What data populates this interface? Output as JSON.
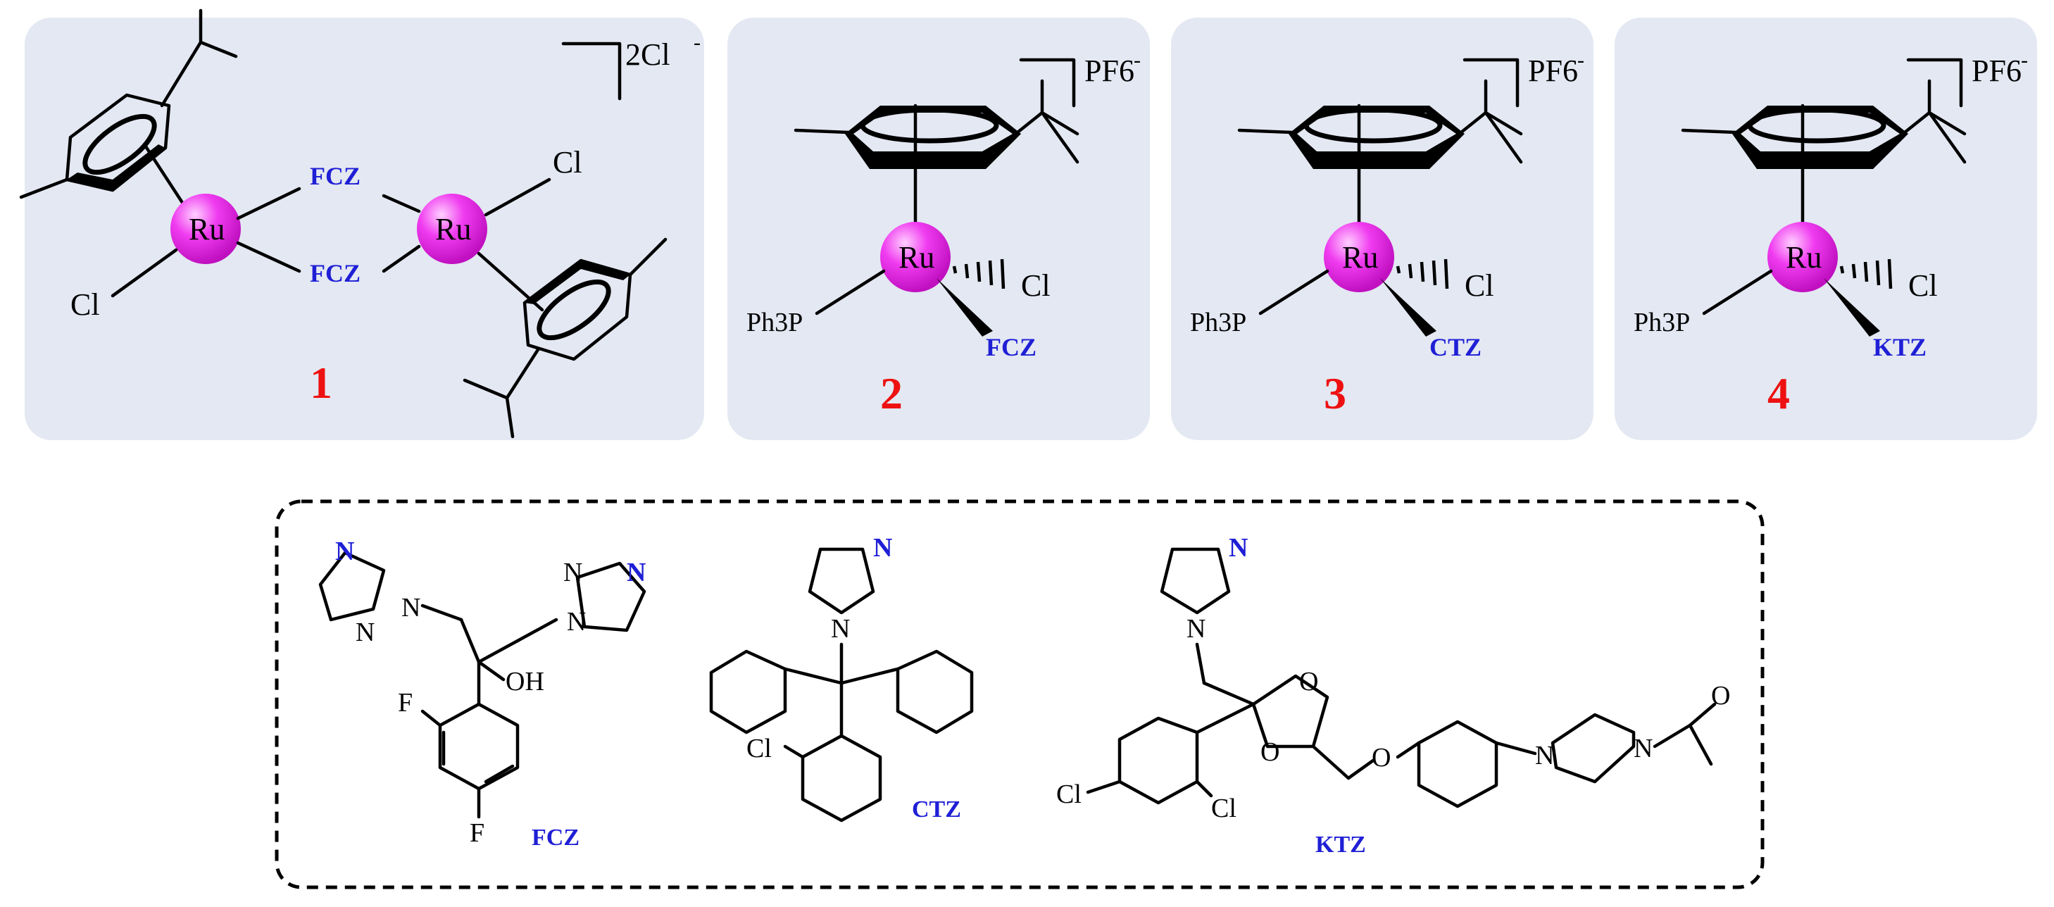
{
  "complexes": [
    {
      "number": "1",
      "counterion": "2Cl",
      "counterion_charge": "-",
      "metal": "Ru",
      "ligand_label": "FCZ",
      "halide": "Cl"
    },
    {
      "number": "2",
      "counterion": "PF6",
      "counterion_charge": "-",
      "metal": "Ru",
      "ligand_label": "FCZ",
      "halide": "Cl",
      "phosphine": "Ph3P"
    },
    {
      "number": "3",
      "counterion": "PF6",
      "counterion_charge": "-",
      "metal": "Ru",
      "ligand_label": "CTZ",
      "halide": "Cl",
      "phosphine": "Ph3P"
    },
    {
      "number": "4",
      "counterion": "PF6",
      "counterion_charge": "-",
      "metal": "Ru",
      "ligand_label": "KTZ",
      "halide": "Cl",
      "phosphine": "Ph3P"
    }
  ],
  "ligands": [
    {
      "name": "FCZ",
      "atoms": {
        "n_blue": "N",
        "n": "N",
        "oh": "OH",
        "f": "F"
      }
    },
    {
      "name": "CTZ",
      "atoms": {
        "n_blue": "N",
        "n": "N",
        "cl": "Cl"
      }
    },
    {
      "name": "KTZ",
      "atoms": {
        "n_blue": "N",
        "n": "N",
        "o": "O",
        "cl": "Cl"
      }
    }
  ],
  "colors": {
    "panel_bg": "#e3e8f2",
    "metal_sphere": "#e81ee8",
    "ligand_label": "#1f1fd6",
    "compound_number": "#ee1111"
  }
}
